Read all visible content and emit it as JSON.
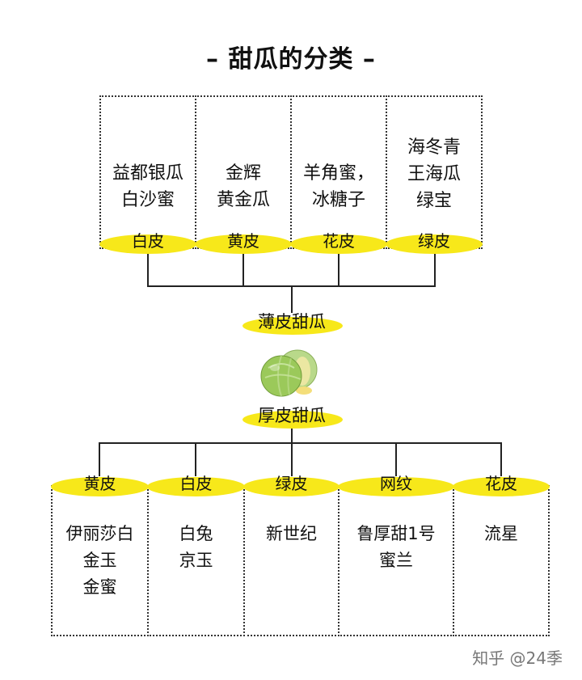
{
  "title": "– 甜瓜的分类 –",
  "thin_skin": {
    "label": "薄皮甜瓜",
    "groups": [
      {
        "label": "白皮",
        "varieties": [
          "益都银瓜",
          "白沙蜜"
        ]
      },
      {
        "label": "黄皮",
        "varieties": [
          "金辉",
          "黄金瓜"
        ]
      },
      {
        "label": "花皮",
        "varieties": [
          "羊角蜜，",
          "冰糖子"
        ]
      },
      {
        "label": "绿皮",
        "varieties": [
          "海冬青",
          "王海瓜",
          "绿宝"
        ]
      }
    ]
  },
  "thick_skin": {
    "label": "厚皮甜瓜",
    "groups": [
      {
        "label": "黄皮",
        "varieties": [
          "伊丽莎白",
          "金玉",
          "金蜜"
        ]
      },
      {
        "label": "白皮",
        "varieties": [
          "白兔",
          "京玉"
        ]
      },
      {
        "label": "绿皮",
        "varieties": [
          "新世纪"
        ]
      },
      {
        "label": "网纹",
        "varieties": [
          "鲁厚甜1号",
          "蜜兰"
        ]
      },
      {
        "label": "花皮",
        "varieties": [
          "流星"
        ]
      }
    ]
  },
  "watermark": "知乎 @24季",
  "colors": {
    "highlight": "#f7e81a",
    "line": "#222222",
    "melon": "#9bc95a"
  },
  "icons": {
    "melon": "melon-illustration"
  }
}
